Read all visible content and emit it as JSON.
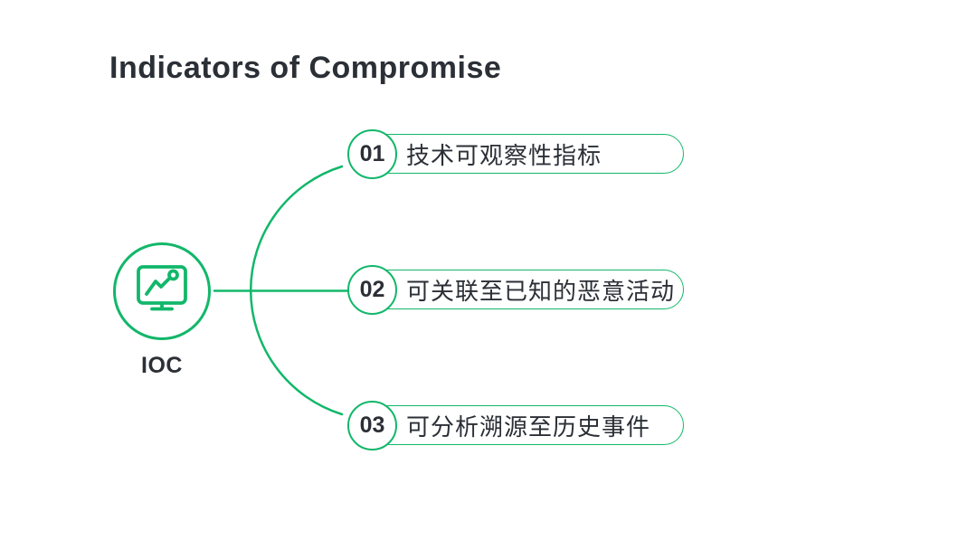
{
  "page": {
    "title": "Indicators of Compromise"
  },
  "hub": {
    "label": "IOC",
    "icon": "monitor-chart-icon"
  },
  "items": [
    {
      "number": "01",
      "label": "技术可观察性指标"
    },
    {
      "number": "02",
      "label": "可关联至已知的恶意活动"
    },
    {
      "number": "03",
      "label": "可分析溯源至历史事件"
    }
  ],
  "colors": {
    "accent_green": "#12b76a",
    "text_dark": "#2b2f36",
    "background": "#ffffff"
  }
}
